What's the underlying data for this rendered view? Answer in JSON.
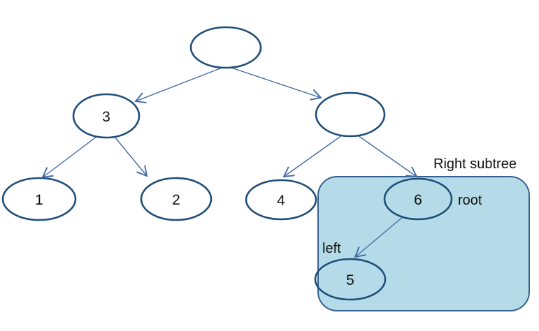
{
  "diagram": {
    "type": "binary-tree",
    "description": "Binary tree with right subtree highlighted",
    "colors": {
      "node_stroke": "#1f4e79",
      "edge_stroke": "#456ca6",
      "region_fill": "#b5dbe8",
      "region_stroke": "#34618f",
      "text": "#111111"
    },
    "nodes": {
      "root": {
        "label": ""
      },
      "r": {
        "label": ""
      },
      "n3": {
        "label": "3"
      },
      "n1": {
        "label": "1"
      },
      "n2": {
        "label": "2"
      },
      "n4": {
        "label": "4"
      },
      "n6": {
        "label": "6"
      },
      "n5": {
        "label": "5"
      }
    },
    "edges": [
      {
        "from": "root",
        "to": "n3"
      },
      {
        "from": "root",
        "to": "r"
      },
      {
        "from": "n3",
        "to": "n1"
      },
      {
        "from": "n3",
        "to": "n2"
      },
      {
        "from": "r",
        "to": "n4"
      },
      {
        "from": "r",
        "to": "n6"
      },
      {
        "from": "n6",
        "to": "n5"
      }
    ],
    "annotations": {
      "region_label": "Right subtree",
      "root_label": "root",
      "left_label": "left"
    }
  }
}
